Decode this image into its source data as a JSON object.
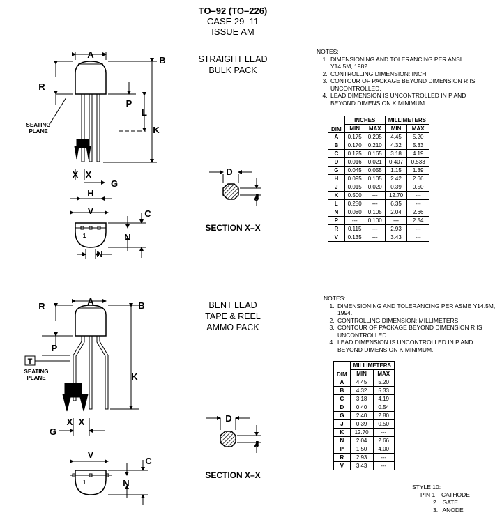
{
  "header": {
    "title": "TO–92 (TO–226)",
    "case": "CASE 29–11",
    "issue": "ISSUE AM"
  },
  "top": {
    "pack_lines": [
      "STRAIGHT LEAD",
      "BULK PACK"
    ],
    "labels": {
      "A": "A",
      "B": "B",
      "R": "R",
      "P": "P",
      "L": "L",
      "K": "K",
      "X1": "X",
      "X2": "X",
      "G": "G",
      "H": "H",
      "V": "V",
      "C": "C",
      "N1": "N",
      "N2": "N",
      "D": "D",
      "J": "J",
      "pin1": "1"
    },
    "seating_plane": [
      "SEATING",
      "PLANE"
    ],
    "section": "SECTION X–X",
    "notes_title": "NOTES:",
    "notes": [
      "DIMENSIONING AND TOLERANCING PER ANSI Y14.5M, 1982.",
      "CONTROLLING DIMENSION: INCH.",
      "CONTOUR OF PACKAGE BEYOND DIMENSION R IS UNCONTROLLED.",
      "LEAD DIMENSION IS UNCONTROLLED IN P AND BEYOND DIMENSION K MINIMUM."
    ],
    "table": {
      "group_headers": [
        "INCHES",
        "MILLIMETERS"
      ],
      "columns": [
        "DIM",
        "MIN",
        "MAX",
        "MIN",
        "MAX"
      ],
      "rows": [
        [
          "A",
          "0.175",
          "0.205",
          "4.45",
          "5.20"
        ],
        [
          "B",
          "0.170",
          "0.210",
          "4.32",
          "5.33"
        ],
        [
          "C",
          "0.125",
          "0.165",
          "3.18",
          "4.19"
        ],
        [
          "D",
          "0.016",
          "0.021",
          "0.407",
          "0.533"
        ],
        [
          "G",
          "0.045",
          "0.055",
          "1.15",
          "1.39"
        ],
        [
          "H",
          "0.095",
          "0.105",
          "2.42",
          "2.66"
        ],
        [
          "J",
          "0.015",
          "0.020",
          "0.39",
          "0.50"
        ],
        [
          "K",
          "0.500",
          "---",
          "12.70",
          "---"
        ],
        [
          "L",
          "0.250",
          "---",
          "6.35",
          "---"
        ],
        [
          "N",
          "0.080",
          "0.105",
          "2.04",
          "2.66"
        ],
        [
          "P",
          "---",
          "0.100",
          "---",
          "2.54"
        ],
        [
          "R",
          "0.115",
          "---",
          "2.93",
          "---"
        ],
        [
          "V",
          "0.135",
          "---",
          "3.43",
          "---"
        ]
      ]
    }
  },
  "bottom": {
    "pack_lines": [
      "BENT LEAD",
      "TAPE & REEL",
      "AMMO PACK"
    ],
    "labels": {
      "A": "A",
      "B": "B",
      "R": "R",
      "P": "P",
      "T": "T",
      "K": "K",
      "X1": "X",
      "X2": "X",
      "G": "G",
      "V": "V",
      "C": "C",
      "N": "N",
      "D": "D",
      "J": "J",
      "pin1": "1"
    },
    "seating_plane": [
      "SEATING",
      "PLANE"
    ],
    "section": "SECTION X–X",
    "notes_title": "NOTES:",
    "notes": [
      "DIMENSIONING AND TOLERANCING PER ASME Y14.5M, 1994.",
      "CONTROLLING DIMENSION: MILLIMETERS.",
      "CONTOUR OF PACKAGE BEYOND DIMENSION R IS UNCONTROLLED.",
      "LEAD DIMENSION IS UNCONTROLLED IN P AND BEYOND DIMENSION K MINIMUM."
    ],
    "table": {
      "group_headers": [
        "MILLIMETERS"
      ],
      "columns": [
        "DIM",
        "MIN",
        "MAX"
      ],
      "rows": [
        [
          "A",
          "4.45",
          "5.20"
        ],
        [
          "B",
          "4.32",
          "5.33"
        ],
        [
          "C",
          "3.18",
          "4.19"
        ],
        [
          "D",
          "0.40",
          "0.54"
        ],
        [
          "G",
          "2.40",
          "2.80"
        ],
        [
          "J",
          "0.39",
          "0.50"
        ],
        [
          "K",
          "12.70",
          "---"
        ],
        [
          "N",
          "2.04",
          "2.66"
        ],
        [
          "P",
          "1.50",
          "4.00"
        ],
        [
          "R",
          "2.93",
          "---"
        ],
        [
          "V",
          "3.43",
          "---"
        ]
      ]
    }
  },
  "style": {
    "title": "STYLE 10:",
    "pins": [
      [
        "PIN 1.",
        "CATHODE"
      ],
      [
        "2.",
        "GATE"
      ],
      [
        "3.",
        "ANODE"
      ]
    ]
  }
}
